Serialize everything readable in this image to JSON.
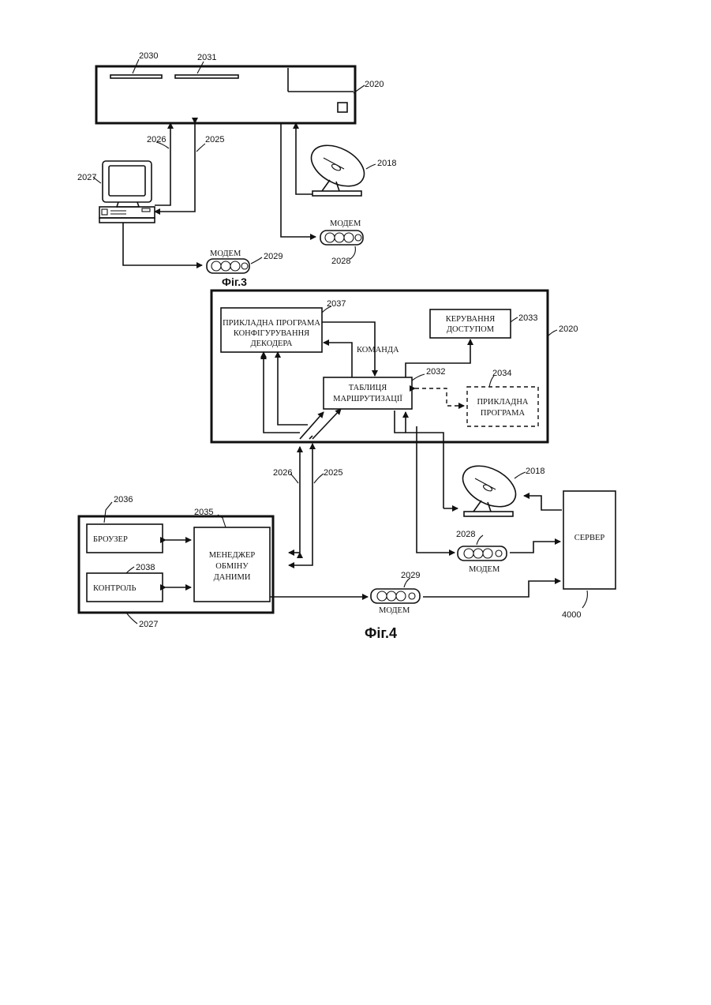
{
  "fig3": {
    "caption": "Фіг.3",
    "refs": {
      "decoder": "2020",
      "slot1": "2030",
      "slot2": "2031",
      "link_2026": "2026",
      "link_2025": "2025",
      "computer": "2027",
      "antenna": "2018",
      "modem_decoder": "2028",
      "modem_computer": "2029"
    },
    "modem_label_decoder": "МОДЕМ",
    "modem_label_computer": "МОДЕМ"
  },
  "fig4": {
    "caption": "Фіг.4",
    "refs": {
      "decoder": "2020",
      "config_app": "2037",
      "access_control": "2033",
      "routing_table": "2032",
      "application": "2034",
      "link_2026": "2026",
      "link_2025": "2025",
      "browser": "2036",
      "manager": "2035",
      "control": "2038",
      "computer": "2027",
      "antenna": "2018",
      "modem_decoder": "2028",
      "modem_computer": "2029",
      "server": "4000"
    },
    "blocks": {
      "config_app_l1": "ПРИКЛАДНА ПРОГРАМА",
      "config_app_l2": "КОНФІГУРУВАННЯ",
      "config_app_l3": "ДЕКОДЕРА",
      "access_l1": "КЕРУВАННЯ",
      "access_l2": "ДОСТУПОМ",
      "command": "КОМАНДА",
      "routing_l1": "ТАБЛИЦЯ",
      "routing_l2": "МАРШРУТИЗАЦІЇ",
      "app_l1": "ПРИКЛАДНА",
      "app_l2": "ПРОГРАМА",
      "browser": "БРОУЗЕР",
      "control": "КОНТРОЛЬ",
      "manager_l1": "МЕНЕДЖЕР",
      "manager_l2": "ОБМІНУ",
      "manager_l3": "ДАНИМИ",
      "server": "СЕРВЕР",
      "modem_decoder": "МОДЕМ",
      "modem_computer": "МОДЕМ"
    }
  }
}
